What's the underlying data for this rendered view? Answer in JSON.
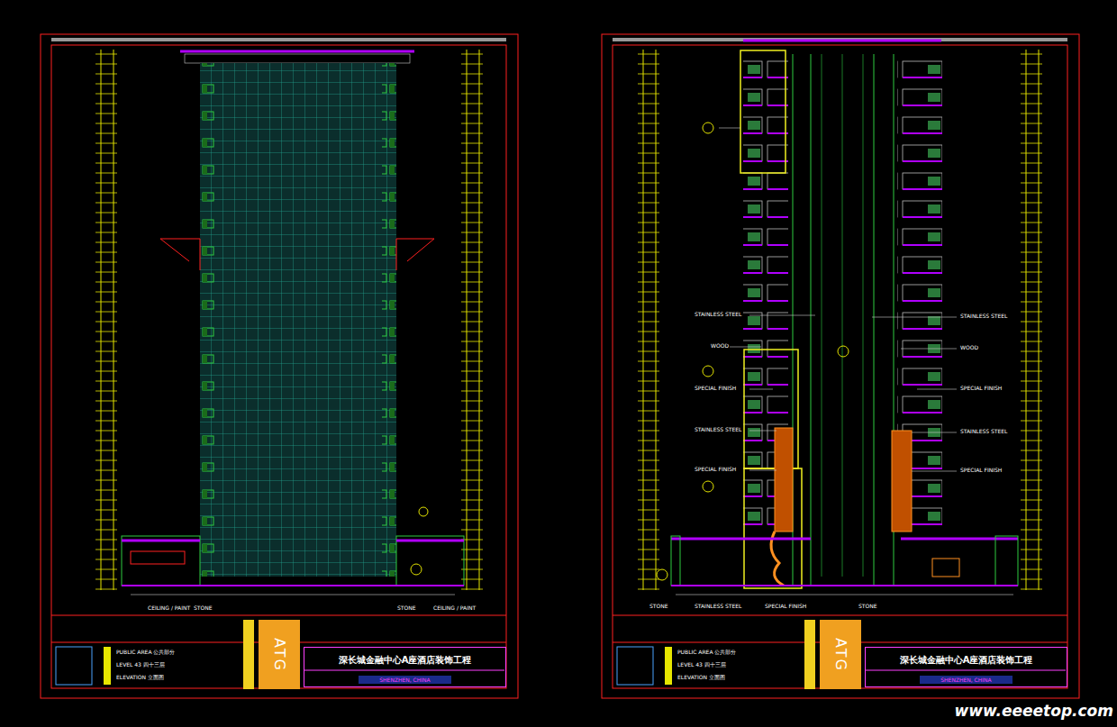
{
  "diagram": {
    "nodes": [
      {
        "text": [
          "深长城金融中心A座酒店装饰工程",
          "SHENZHEN, CHINA"
        ]
      },
      {
        "text": [
          "ATG"
        ]
      },
      {
        "text": [
          "深长城金融中心A座酒店装饰工程",
          "SHENZHEN, CHINA"
        ]
      },
      {
        "text": [
          "ATG"
        ]
      }
    ],
    "labels": [
      "PUBLIC AREA 公共部分",
      "LEVEL 43 四十三层",
      "ELEVATION 立面图",
      "CEILING / PAINT",
      "STONE",
      "STONE",
      "CEILING / PAINT",
      "PUBLIC AREA 公共部分",
      "LEVEL 43 四十三层",
      "ELEVATION 立面图",
      "STAINLESS STEEL",
      "WOOD",
      "SPECIAL FINISH",
      "STAINLESS STEEL",
      "SPECIAL FINISH",
      "STAINLESS STEEL",
      "WOOD",
      "SPECIAL FINISH",
      "STAINLESS STEEL",
      "SPECIAL FINISH",
      "STONE",
      "STAINLESS STEEL",
      "SPECIAL FINISH",
      "STONE",
      "www.eeeetop.com"
    ]
  }
}
